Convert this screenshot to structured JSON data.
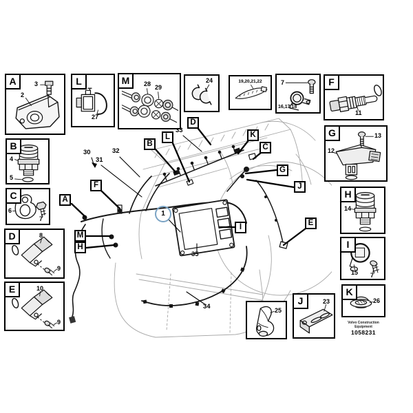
{
  "boxes": {
    "A": {
      "label": "A",
      "callouts": [
        "2",
        "3"
      ]
    },
    "B": {
      "label": "B",
      "callouts": [
        "4",
        "5"
      ]
    },
    "C": {
      "label": "C",
      "callouts": [
        "6",
        "7"
      ]
    },
    "D": {
      "label": "D",
      "callouts": [
        "8",
        "9"
      ]
    },
    "E": {
      "label": "E",
      "callouts": [
        "10",
        "9"
      ]
    },
    "F": {
      "label": "F",
      "callouts": [
        "11"
      ]
    },
    "G": {
      "label": "G",
      "callouts": [
        "12",
        "13"
      ]
    },
    "H": {
      "label": "H",
      "callouts": [
        "14"
      ]
    },
    "I": {
      "label": "I",
      "callouts": [
        "15",
        "7"
      ]
    },
    "J": {
      "label": "J",
      "callouts": [
        "23"
      ]
    },
    "K": {
      "label": "K",
      "callouts": [
        "26"
      ]
    },
    "L": {
      "label": "L",
      "callouts": [
        "27"
      ]
    },
    "M": {
      "label": "M",
      "callouts": [
        "28",
        "29"
      ]
    },
    "clamps": {
      "callouts": [
        "24"
      ]
    },
    "cable_ties": {
      "callouts": [
        "19,20,21,22"
      ]
    },
    "clamp_bolt": {
      "callouts": [
        "7",
        "16,17,18"
      ]
    },
    "boot": {
      "callouts": [
        "25"
      ]
    }
  },
  "diagram": {
    "tags": {
      "A": "A",
      "B": "B",
      "C": "C",
      "D": "D",
      "E": "E",
      "F": "F",
      "G": "G",
      "H": "H",
      "I": "I",
      "J": "J",
      "K": "K",
      "L": "L",
      "M": "M"
    },
    "callouts": {
      "n1": "1",
      "n30": "30",
      "n31": "31",
      "n32": "32",
      "n33": "33",
      "n34": "34",
      "n35": "35"
    }
  },
  "footer": {
    "brand_line1": "Volvo Construction",
    "brand_line2": "Equipment",
    "drawing_number": "1058231"
  },
  "colors": {
    "callout_circle": "#7aa3c4",
    "engine_art": "#a6a6a6",
    "line": "#000000"
  }
}
